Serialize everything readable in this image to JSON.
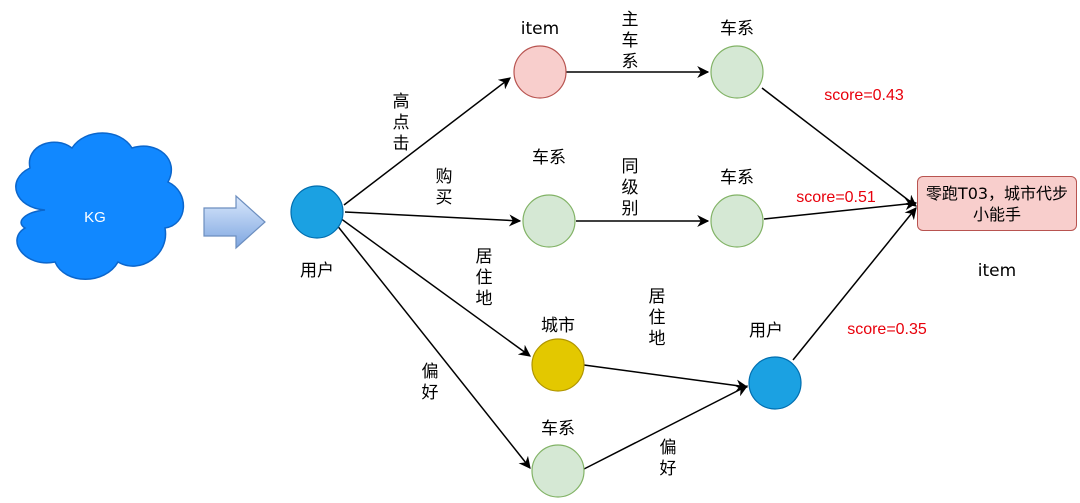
{
  "kg_label": "KG",
  "colors": {
    "cloud": "#1188ff",
    "user_node": "#1ba1e2",
    "item_node": "#f8cecc",
    "series_node": "#d5e8d4",
    "city_node": "#e3c800",
    "score_text": "#e8000b"
  },
  "nodes": {
    "user_start": "用户",
    "item_top": "item",
    "series_top_right": "车系",
    "series_mid_left": "车系",
    "series_mid_right": "车系",
    "city": "城市",
    "user_mid": "用户",
    "series_bottom": "车系"
  },
  "edges": {
    "high_click": "高点击",
    "buy": "购买",
    "residence_1": "居住地",
    "preference_1": "偏好",
    "main_series": "主车系",
    "same_level": "同级别",
    "residence_2": "居住地",
    "preference_2": "偏好"
  },
  "scores": {
    "top": "score=0.43",
    "mid": "score=0.51",
    "bottom": "score=0.35"
  },
  "result": {
    "text": "零跑T03，城市代步小能手",
    "caption": "item"
  }
}
